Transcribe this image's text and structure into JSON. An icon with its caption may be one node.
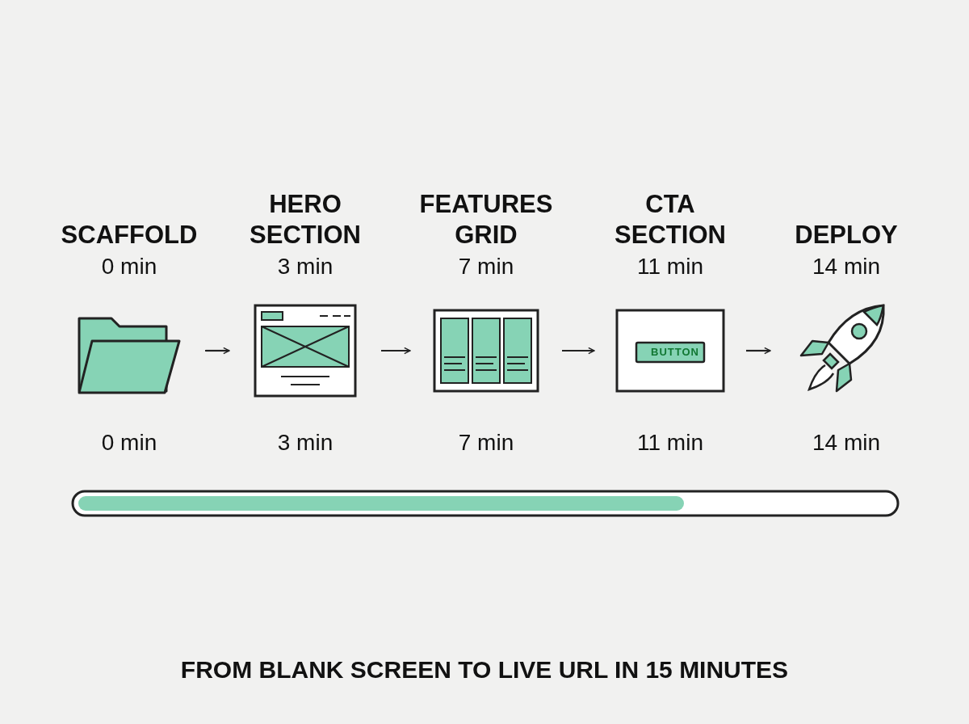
{
  "diagram": {
    "caption": "FROM BLANK SCREEN TO LIVE URL IN 15 MINUTES",
    "nodes": [
      {
        "text": [
          "SCAFFOLD",
          "0 min"
        ],
        "beside": [
          "0 min"
        ]
      },
      {
        "text": [
          "HERO SECTION",
          "3 min"
        ],
        "beside": [
          "3 min"
        ]
      },
      {
        "text": [
          "FEATURES GRID",
          "7 min"
        ],
        "beside": [
          "7 min"
        ]
      },
      {
        "text": [
          "CTA SECTION",
          "11 min"
        ],
        "beside": [
          "11 min"
        ]
      },
      {
        "text": [
          "DEPLOY",
          "14 min"
        ],
        "beside": [
          "14 min"
        ]
      }
    ],
    "edges": [
      {
        "from": 0,
        "to": 1,
        "arrow": "to"
      },
      {
        "from": 1,
        "to": 2,
        "arrow": "to"
      },
      {
        "from": 2,
        "to": 3,
        "arrow": "to"
      },
      {
        "from": 3,
        "to": 4,
        "arrow": "to"
      }
    ],
    "labels": [
      "BUTTON"
    ]
  }
}
